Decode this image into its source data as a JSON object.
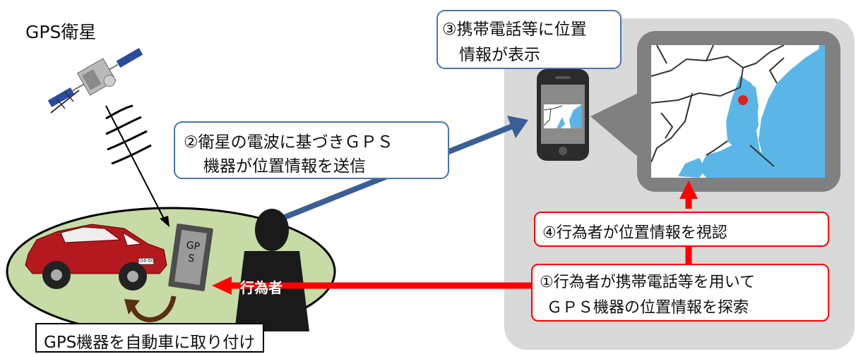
{
  "labels": {
    "satellite": "GPS衛星",
    "step2_line1": "②衛星の電波に基づきＧＰＳ",
    "step2_line2": "機器が位置情報を送信",
    "step3_line1": "③携帯電話等に位置",
    "step3_line2": "情報が表示",
    "step4": "④行為者が位置情報を視認",
    "step1_line1": "①行為者が携帯電話等を用いて",
    "step1_line2": "ＧＰＳ機器の位置情報を探索",
    "actor": "行為者",
    "device": "GPS",
    "attach": "GPS機器を自動車に取り付け",
    "plate": "04-00"
  },
  "colors": {
    "red_arrow": "#ff0000",
    "blue_arrow": "#3a5f96",
    "box_border": "#4a74b0",
    "ground": "#c6dba6",
    "panel": "#d9d9d9",
    "map_frame": "#808080",
    "sea": "#5bb6e8",
    "car": "#b3191e"
  }
}
